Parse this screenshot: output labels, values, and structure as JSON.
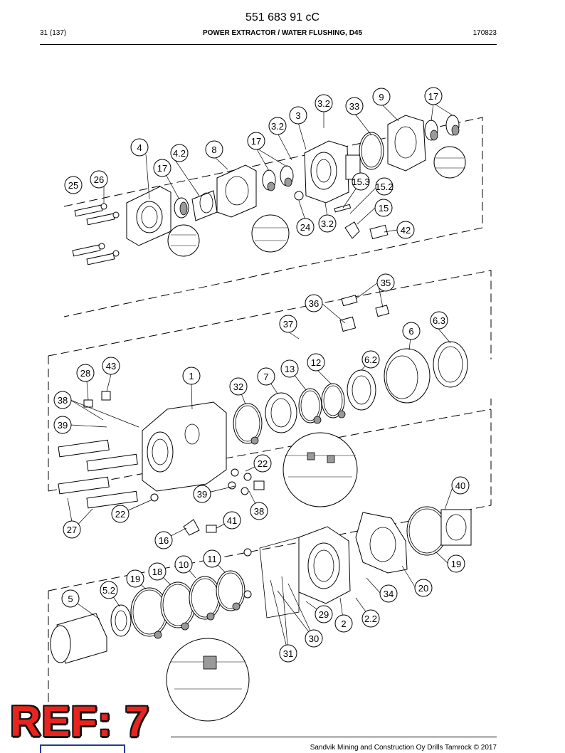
{
  "header": {
    "doc_number": "551 683 91 cC",
    "page_ref": "31 (137)",
    "section_title": "POWER EXTRACTOR / WATER FLUSHING, D45",
    "date": "170823"
  },
  "footer": {
    "copyright": "Sandvik Mining and Construction Oy Drills Tamrock © 2017"
  },
  "stamp": {
    "text": "REF: 7",
    "color": "#e8241e"
  },
  "callouts": [
    "3.2",
    "33",
    "9",
    "17",
    "3",
    "3.2",
    "17",
    "8",
    "4",
    "4.2",
    "17",
    "26",
    "25",
    "15.3",
    "15.2",
    "15",
    "3.2",
    "24",
    "42",
    "35",
    "36",
    "37",
    "6.3",
    "6",
    "6.2",
    "12",
    "13",
    "7",
    "32",
    "1",
    "43",
    "28",
    "38",
    "39",
    "22",
    "39",
    "38",
    "40",
    "22",
    "41",
    "27",
    "16",
    "11",
    "10",
    "18",
    "19",
    "5.2",
    "5",
    "19",
    "20",
    "34",
    "29",
    "2.2",
    "2",
    "30",
    "31"
  ]
}
